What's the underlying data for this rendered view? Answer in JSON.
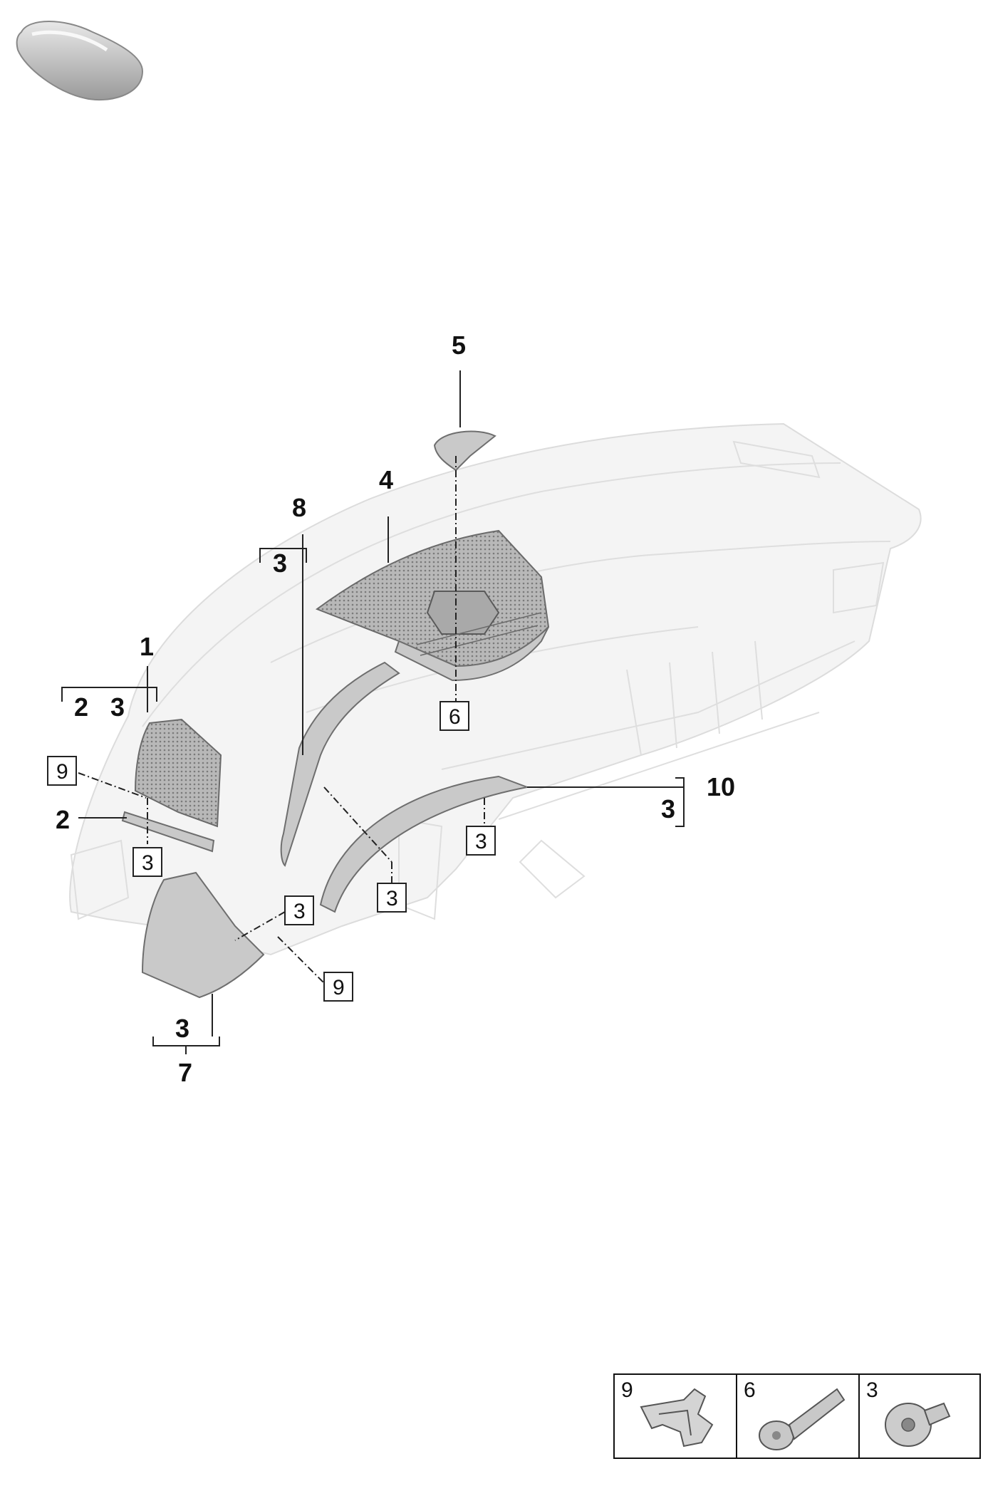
{
  "thumbnail_icon": "car-thumbnail-icon",
  "callouts": {
    "c1": "1",
    "c2": "2",
    "c4": "4",
    "c5": "5",
    "c7": "7",
    "c8": "8",
    "c10": "10",
    "sub_1a": "2",
    "sub_1b": "3",
    "sub_8": "3",
    "sub_7": "3",
    "sub_10": "3"
  },
  "boxed_refs": {
    "r9_left": "9",
    "r3_left": "3",
    "r6_center": "6",
    "r3_center": "3",
    "r3_right": "3",
    "r3_lower": "3",
    "r9_lower": "9"
  },
  "legend": [
    {
      "number": "9",
      "icon": "clip-icon"
    },
    {
      "number": "6",
      "icon": "screw-icon"
    },
    {
      "number": "3",
      "icon": "nut-icon"
    }
  ]
}
